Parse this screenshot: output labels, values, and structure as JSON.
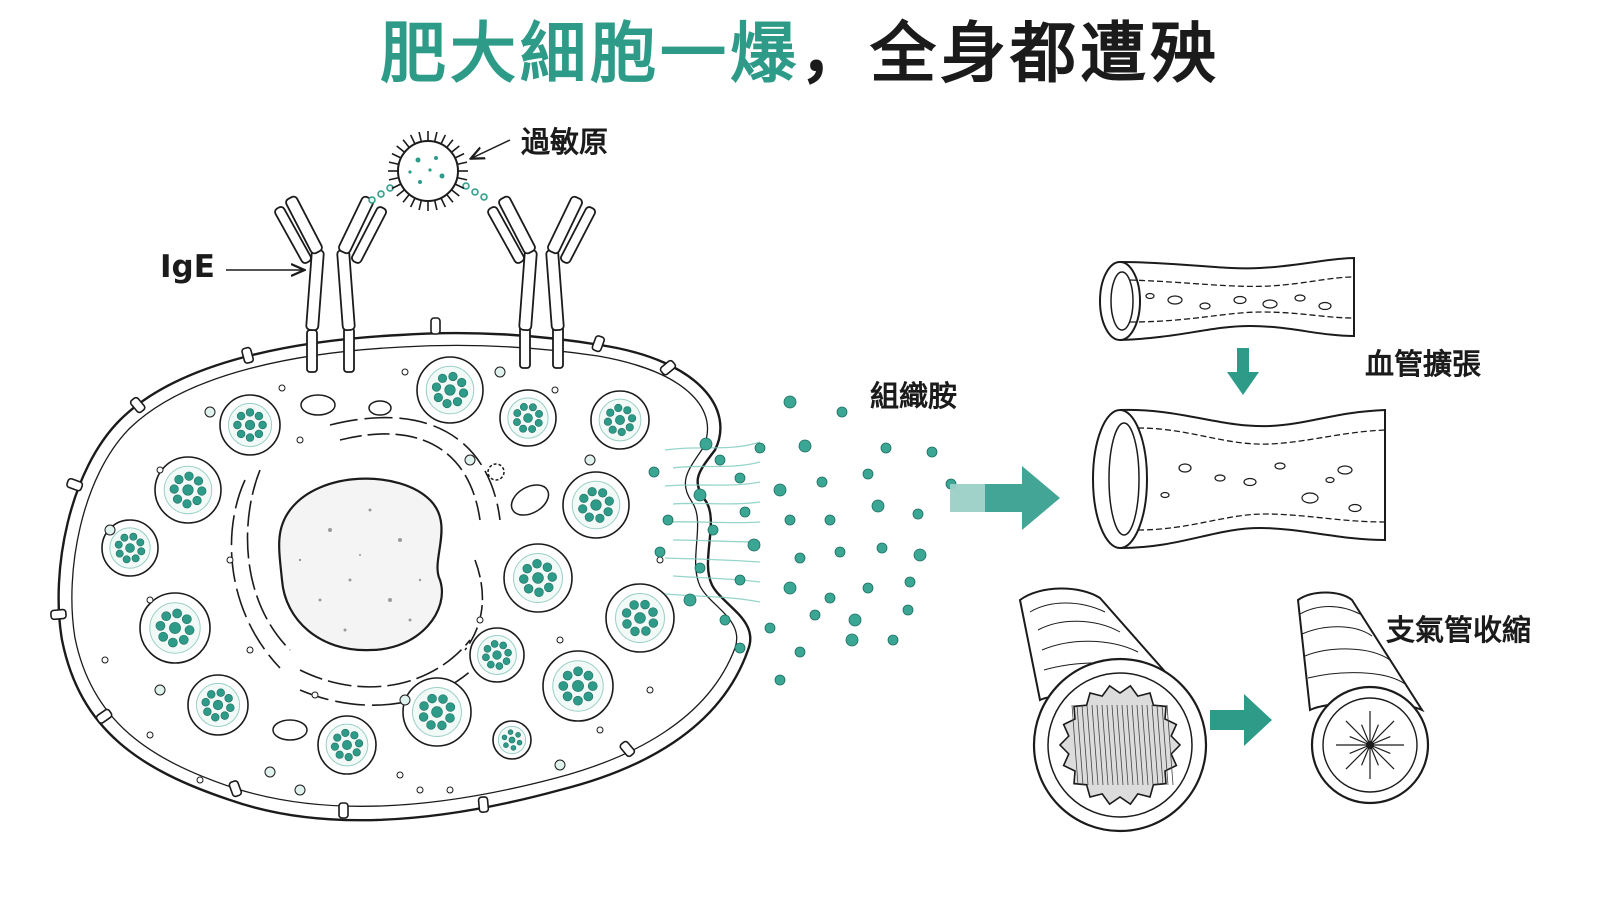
{
  "title": {
    "part1": "肥大細胞一爆",
    "part2": "，全身都遭殃"
  },
  "labels": {
    "allergen": "過敏原",
    "ige": "IgE",
    "histamine": "組織胺",
    "vasodilation": "血管擴張",
    "bronchoconstriction": "支氣管收縮"
  },
  "colors": {
    "accent": "#2e9b89",
    "ink": "#1b1b1b"
  }
}
